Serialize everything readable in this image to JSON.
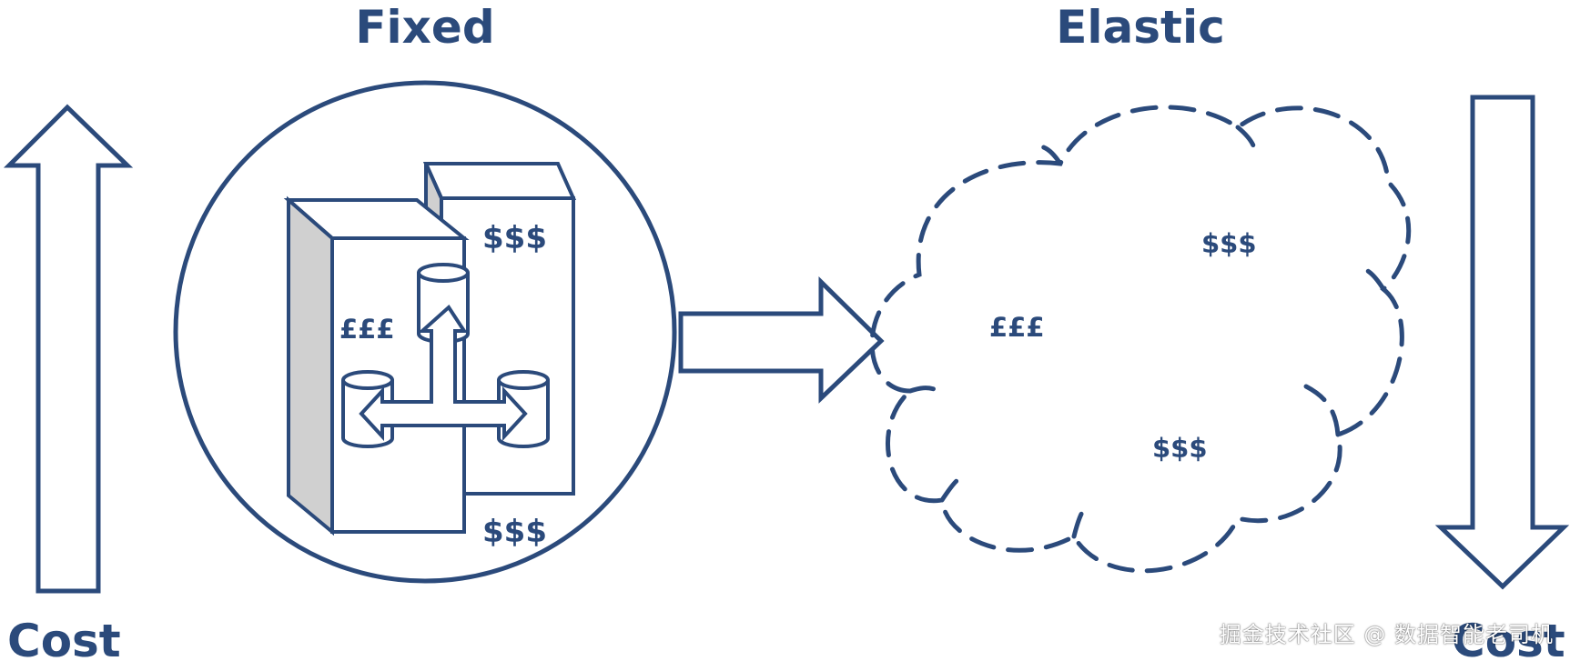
{
  "labels": {
    "fixed": "Fixed",
    "elastic": "Elastic",
    "cost_left": "Cost",
    "cost_right": "Cost"
  },
  "fixed_side": {
    "money_top_right": "$$$",
    "money_bottom": "$$$",
    "money_pounds": "£££"
  },
  "elastic_side": {
    "money_top": "$$$",
    "money_pounds": "£££",
    "money_bottom": "$$$"
  },
  "watermark": "掘金技术社区 @ 数据智能老司机",
  "colors": {
    "primary": "#2b4a7b",
    "shade": "#d0d0d0",
    "background": "#ffffff"
  }
}
